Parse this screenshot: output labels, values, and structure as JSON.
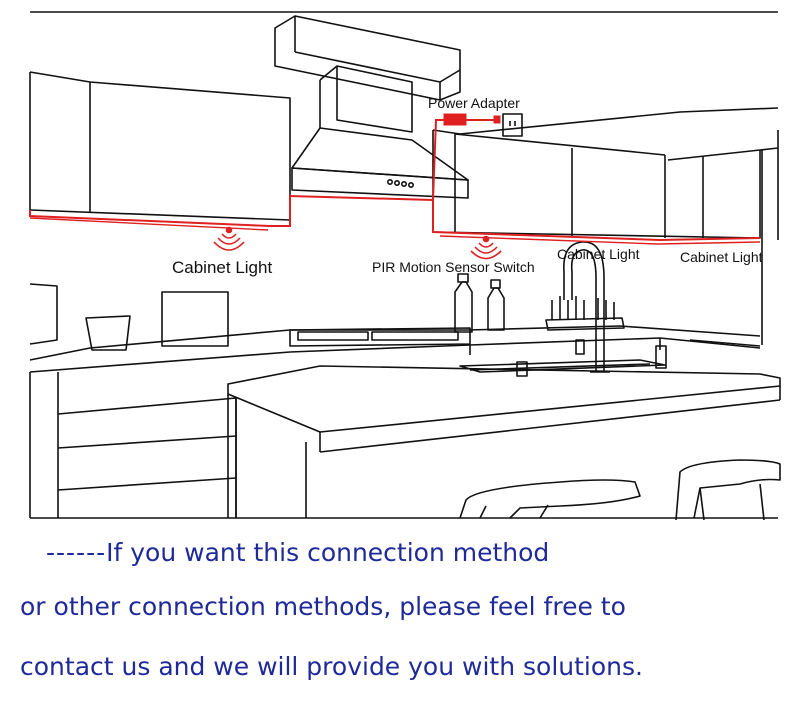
{
  "labels": {
    "power_adapter": "Power Adapter",
    "cabinet_light_left": "Cabinet Light",
    "pir_sensor": "PIR Motion Sensor Switch",
    "cabinet_light_mid": "Cabinet Light",
    "cabinet_light_right": "Cabinet Light"
  },
  "caption": {
    "dashes": "------",
    "line1": "If you want this connection method",
    "line2": "or other connection methods, please feel free to",
    "line3": "contact us and we will provide you with solutions."
  },
  "colors": {
    "line_art": "#111111",
    "strip": "#e02020",
    "caption": "#1f2a9a"
  },
  "icons": [
    "range-hood-icon",
    "power-plug-icon",
    "wall-socket-icon",
    "motion-waves-icon",
    "faucet-icon",
    "bottle-icon",
    "stool-icon"
  ]
}
